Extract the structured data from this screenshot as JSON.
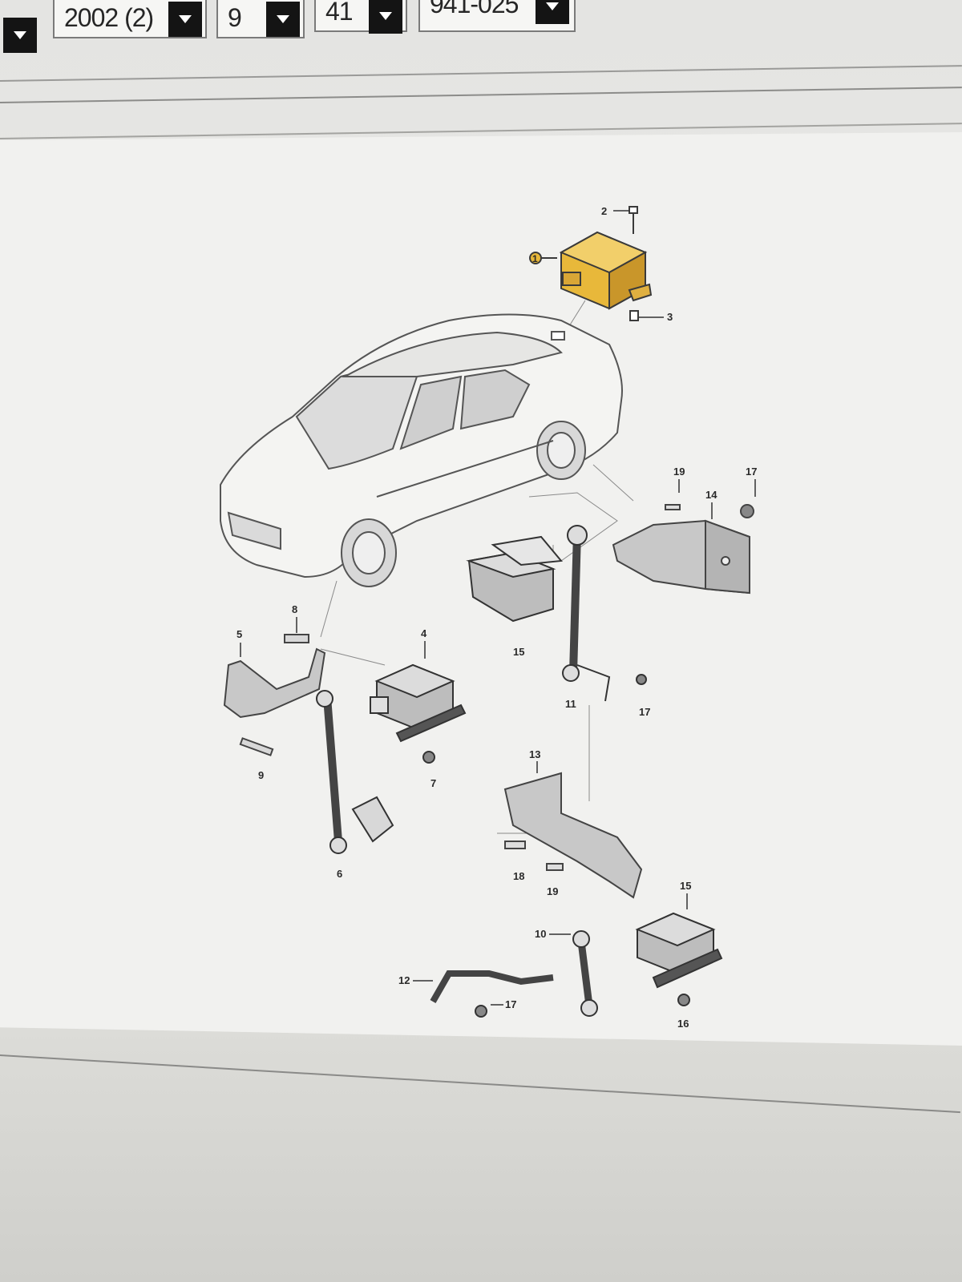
{
  "toolbar": {
    "year_select": {
      "value": "2002 (2)"
    },
    "select_2": {
      "value": "9"
    },
    "select_3": {
      "value": "41"
    },
    "part_group_select": {
      "value": "941-025"
    }
  },
  "diagram": {
    "callouts": {
      "c1": "1",
      "c2": "2",
      "c3": "3",
      "c4": "4",
      "c5": "5",
      "c6": "6",
      "c7": "7",
      "c8": "8",
      "c9": "9",
      "c10": "10",
      "c11": "11",
      "c12": "12",
      "c13": "13",
      "c14": "14",
      "c15a": "15",
      "c15b": "15",
      "c16": "16",
      "c17a": "17",
      "c17b": "17",
      "c17c": "17",
      "c18": "18",
      "c19a": "19",
      "c19b": "19"
    }
  },
  "colors": {
    "highlight_part": "#e8b83a",
    "dropdown_button": "#141414"
  },
  "icons": {
    "dropdown_arrow": "chevron-down-icon"
  }
}
